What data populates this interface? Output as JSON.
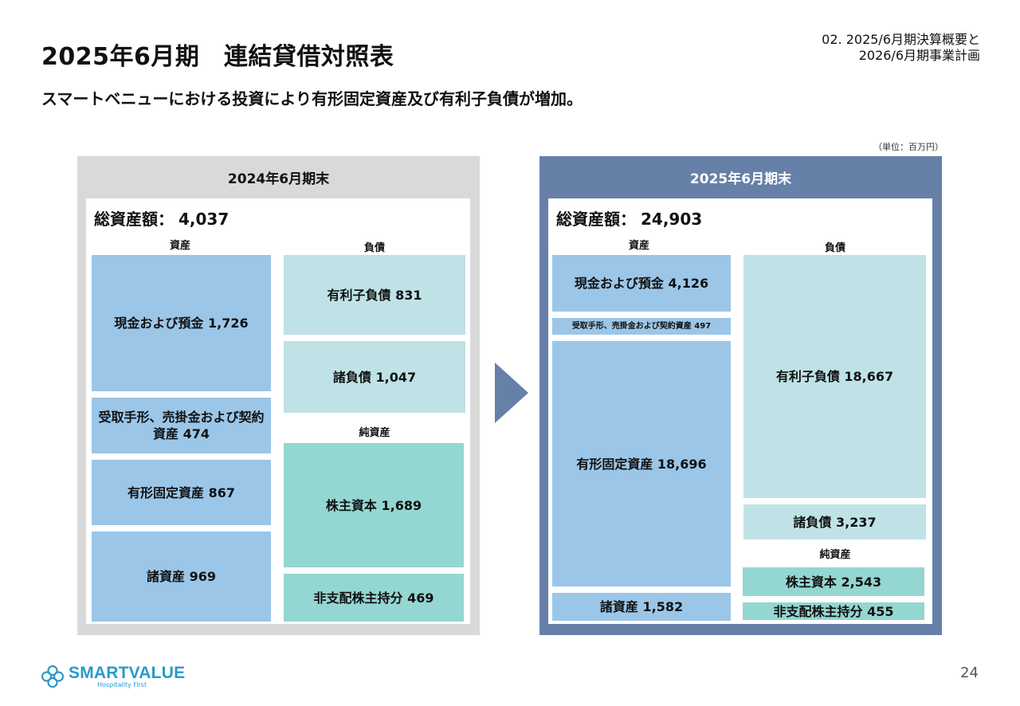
{
  "header": {
    "title": "2025年6月期　連結貸借対照表",
    "section_line1": "02. 2025/6月期決算概要と",
    "section_line2": "2026/6月期事業計画",
    "subtitle": "スマートベニューにおける投資により有形固定資産及び有利子負債が増加。",
    "unit": "（単位：百万円）"
  },
  "period_2024": {
    "heading": "2024年6月期末",
    "total_label": "総資産額：",
    "total_value": "4,037",
    "assets_label": "資産",
    "liabilities_label": "負債",
    "net_assets_label": "純資産",
    "assets": [
      "現金および預金 1,726",
      "受取手形、売掛金および契約資産 474",
      "有形固定資産 867",
      "諸資産 969"
    ],
    "liabilities": [
      "有利子負債 831",
      "諸負債 1,047"
    ],
    "net_assets": [
      "株主資本 1,689",
      "非支配株主持分 469"
    ]
  },
  "period_2025": {
    "heading": "2025年6月期末",
    "total_label": "総資産額：",
    "total_value": "24,903",
    "assets_label": "資産",
    "liabilities_label": "負債",
    "net_assets_label": "純資産",
    "assets": [
      "現金および預金 4,126",
      "受取手形、売掛金および契約資産 497",
      "有形固定資産 18,696",
      "諸資産 1,582"
    ],
    "liabilities": [
      "有利子負債 18,667",
      "諸負債 3,237"
    ],
    "net_assets": [
      "株主資本 2,543",
      "非支配株主持分 455"
    ]
  },
  "footer": {
    "logo_name": "SMARTVALUE",
    "logo_tagline": "Hospitality First",
    "page_number": "24"
  },
  "colors": {
    "accent": "#6680a8",
    "assets": "#9bc6e8",
    "liabilities": "#bfe2e6",
    "net_assets": "#94d6d1",
    "logo": "#2a9ac9"
  }
}
